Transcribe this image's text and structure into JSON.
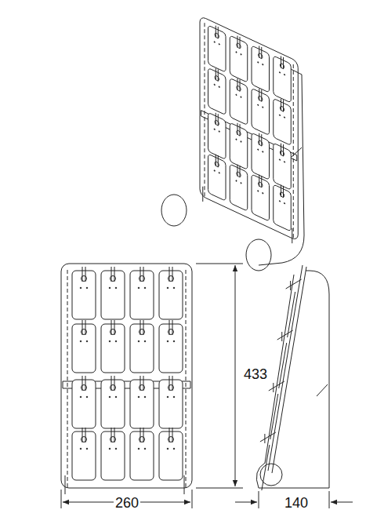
{
  "diagram": {
    "labels": [
      "433",
      "260",
      "140"
    ]
  }
}
